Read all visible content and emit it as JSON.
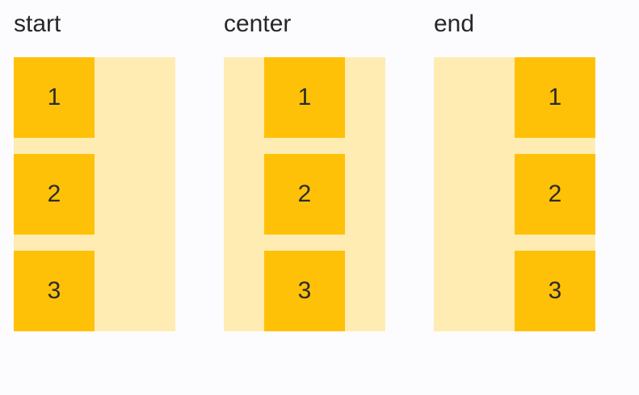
{
  "colors": {
    "page_background": "#FCFCFF",
    "container_background": "#FFECB3",
    "item_background": "#FFC107",
    "label_text": "#26262B",
    "item_text": "#2B2B2B"
  },
  "columns": [
    {
      "label": "start",
      "alignment": "start",
      "items": [
        "1",
        "2",
        "3"
      ]
    },
    {
      "label": "center",
      "alignment": "center",
      "items": [
        "1",
        "2",
        "3"
      ]
    },
    {
      "label": "end",
      "alignment": "end",
      "items": [
        "1",
        "2",
        "3"
      ]
    }
  ]
}
